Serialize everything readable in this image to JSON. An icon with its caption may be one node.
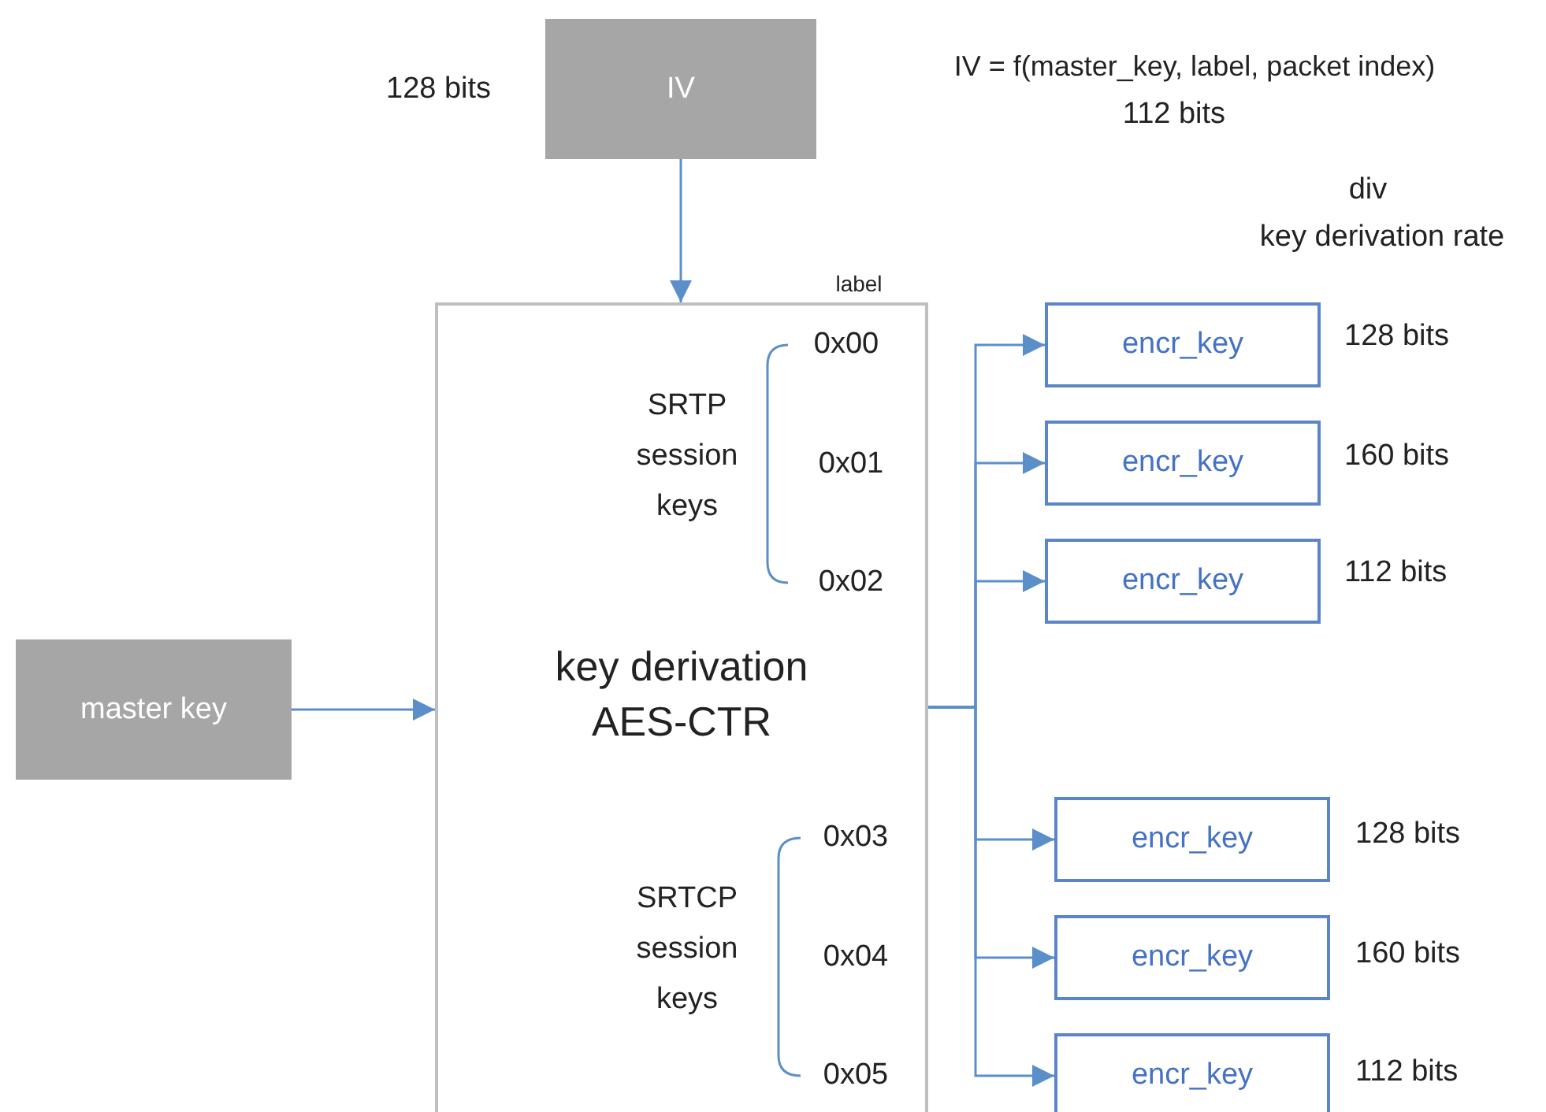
{
  "diagram": {
    "nodes": [
      {
        "text": [
          "IV"
        ],
        "beside": [
          "128 bits"
        ]
      },
      {
        "text": [
          "master key"
        ]
      },
      {
        "text": [
          "key derivation AES-CTR"
        ]
      },
      {
        "text": [
          "encr_key"
        ],
        "beside": [
          "128 bits"
        ]
      },
      {
        "text": [
          "encr_key"
        ],
        "beside": [
          "160 bits"
        ]
      },
      {
        "text": [
          "encr_key"
        ],
        "beside": [
          "112 bits"
        ]
      },
      {
        "text": [
          "encr_key"
        ],
        "beside": [
          "128 bits"
        ]
      },
      {
        "text": [
          "encr_key"
        ],
        "beside": [
          "160 bits"
        ]
      },
      {
        "text": [
          "encr_key"
        ],
        "beside": [
          "112 bits"
        ]
      }
    ],
    "edges": [
      {
        "from": 0,
        "to": 2,
        "arrow": "to"
      },
      {
        "from": 1,
        "to": 2,
        "arrow": "to"
      },
      {
        "from": 2,
        "to": 3,
        "arrow": "to"
      },
      {
        "from": 2,
        "to": 4,
        "arrow": "to"
      },
      {
        "from": 2,
        "to": 5,
        "arrow": "to"
      },
      {
        "from": 2,
        "to": 6,
        "arrow": "to"
      },
      {
        "from": 2,
        "to": 7,
        "arrow": "to"
      },
      {
        "from": 2,
        "to": 8,
        "arrow": "to"
      }
    ],
    "labels": [
      "IV = f(master_key, label, packet index)",
      "112 bits",
      "div",
      "key derivation rate",
      "label",
      "SRTP session keys",
      "0x00",
      "0x01",
      "0x02",
      "SRTCP session keys",
      "0x03",
      "0x04",
      "0x05"
    ]
  }
}
